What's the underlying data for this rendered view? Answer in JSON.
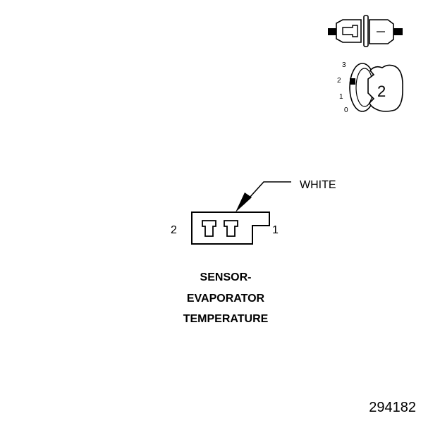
{
  "diagram": {
    "wire_color_label": "WHITE",
    "pin_left": "2",
    "pin_right": "1",
    "component_title": [
      "SENSOR-",
      "EVAPORATOR",
      "TEMPERATURE"
    ],
    "figure_number": "294182"
  },
  "inset": {
    "position_ticks": [
      "3",
      "2",
      "1",
      "0"
    ],
    "view_number": "2"
  }
}
